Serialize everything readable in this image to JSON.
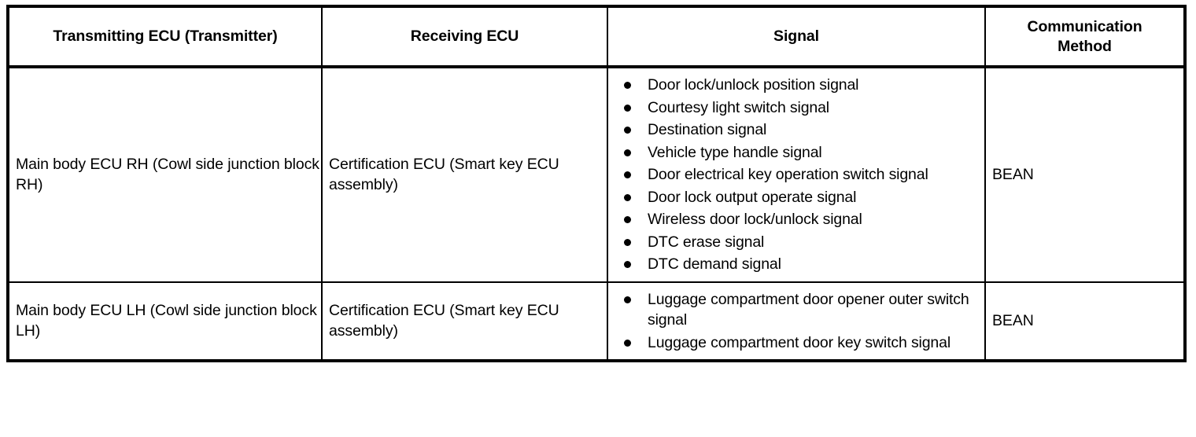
{
  "table": {
    "columns": [
      {
        "key": "transmitter",
        "label": "Transmitting ECU (Transmitter)"
      },
      {
        "key": "receiver",
        "label": "Receiving ECU"
      },
      {
        "key": "signal",
        "label": "Signal"
      },
      {
        "key": "method",
        "label": "Communication\nMethod"
      }
    ],
    "header": {
      "transmitter": "Transmitting ECU (Transmitter)",
      "receiver": "Receiving ECU",
      "signal": "Signal",
      "method_line1": "Communication",
      "method_line2": "Method"
    },
    "rows": [
      {
        "transmitter": "Main body ECU RH (Cowl side junction block RH)",
        "receiver": "Certification ECU (Smart key ECU assembly)",
        "signals": [
          "Door lock/unlock position signal",
          "Courtesy light switch signal",
          "Destination signal",
          "Vehicle type handle signal",
          "Door electrical key operation switch signal",
          "Door lock output operate signal",
          "Wireless door lock/unlock signal",
          "DTC erase signal",
          "DTC demand signal"
        ],
        "method": "BEAN"
      },
      {
        "transmitter": "Main body ECU LH (Cowl side junction block LH)",
        "receiver": "Certification ECU (Smart key ECU assembly)",
        "signals": [
          "Luggage compartment door opener outer switch signal",
          "Luggage compartment door key switch signal"
        ],
        "method": "BEAN"
      }
    ]
  },
  "style": {
    "border_color": "#000000",
    "text_color": "#000000",
    "background": "#ffffff",
    "bullet_glyph": "filled-circle"
  }
}
